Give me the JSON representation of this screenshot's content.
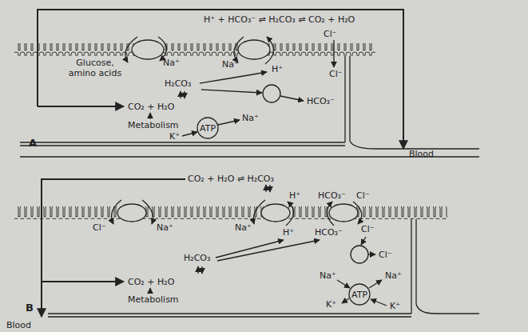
{
  "diagram": {
    "labels": [
      "H⁺ + HCO₃⁻ ⇌ H₂CO₃ ⇌ CO₂ + H₂O",
      "Cl⁻",
      "Glucose, amino acids",
      "Na⁺",
      "Na⁺",
      "H⁺",
      "Cl⁻",
      "H₂CO₃",
      "CO₂ + H₂O",
      "HCO₃⁻",
      "Na⁺",
      "Metabolism",
      "ATP",
      "K⁺",
      "A",
      "Blood",
      "CO₂ + H₂O ⇌ H₂CO₃",
      "H⁺",
      "HCO₃⁻",
      "Cl⁻",
      "Cl⁻",
      "Na⁺",
      "Na⁺",
      "H⁺",
      "HCO₃⁻",
      "Cl⁻",
      "H₂CO₃",
      "Cl⁻",
      "Na⁺",
      "Na⁺",
      "CO₂ + H₂O",
      "Metabolism",
      "ATP",
      "K⁺",
      "K⁺",
      "B",
      "Blood"
    ]
  }
}
